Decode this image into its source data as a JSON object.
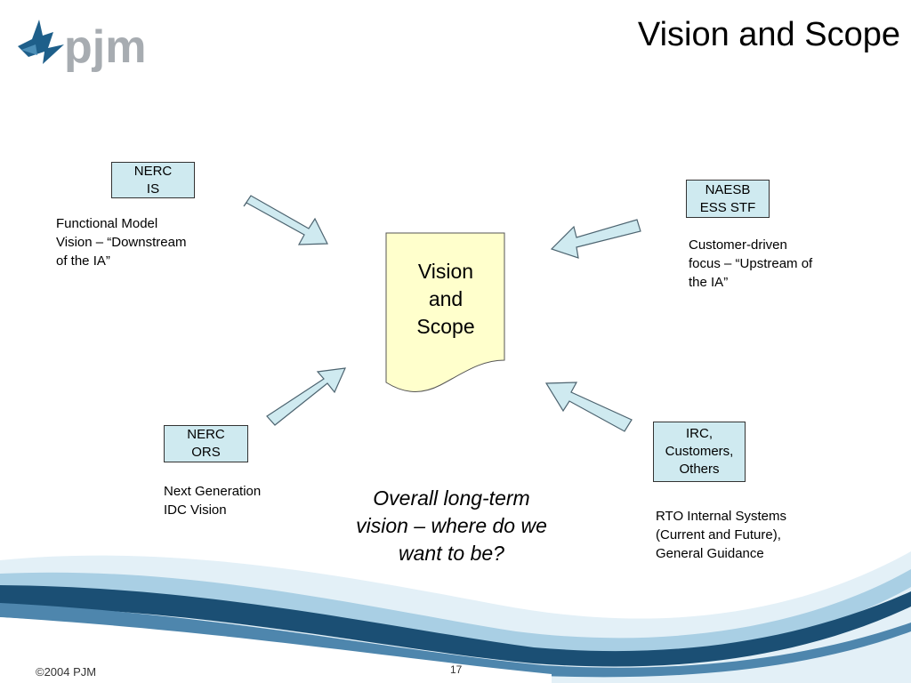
{
  "slide": {
    "title": "Vision and Scope",
    "logo_text": "pjm",
    "center_doc": "Vision\nand\nScope",
    "caption": "Overall long-term\nvision – where do we\nwant to be?",
    "footer": {
      "copyright": "©2004 PJM",
      "page_number": "17"
    }
  },
  "nodes": [
    {
      "id": "nerc-is",
      "label": "NERC\nIS",
      "description": "Functional Model\nVision – “Downstream\nof the IA”"
    },
    {
      "id": "naesb",
      "label": "NAESB\nESS STF",
      "description": "Customer-driven\nfocus – “Upstream of\nthe IA”"
    },
    {
      "id": "nerc-ors",
      "label": "NERC\nORS",
      "description": "Next Generation\nIDC Vision"
    },
    {
      "id": "irc",
      "label": "IRC,\nCustomers,\nOthers",
      "description": "RTO Internal Systems\n(Current and Future),\nGeneral Guidance"
    }
  ],
  "edges": [
    {
      "from": "nerc-is",
      "to": "vision-and-scope"
    },
    {
      "from": "naesb",
      "to": "vision-and-scope"
    },
    {
      "from": "nerc-ors",
      "to": "vision-and-scope"
    },
    {
      "from": "irc",
      "to": "vision-and-scope"
    }
  ],
  "colors": {
    "node_fill": "#cfeaf0",
    "document_fill": "#ffffcc",
    "arrow_fill": "#cfeaf0",
    "logo_gray": "#a7acb1",
    "logo_blue": "#1e5f8a",
    "wave_dark": "#1b4f74",
    "wave_light": "#a9cfe4"
  }
}
